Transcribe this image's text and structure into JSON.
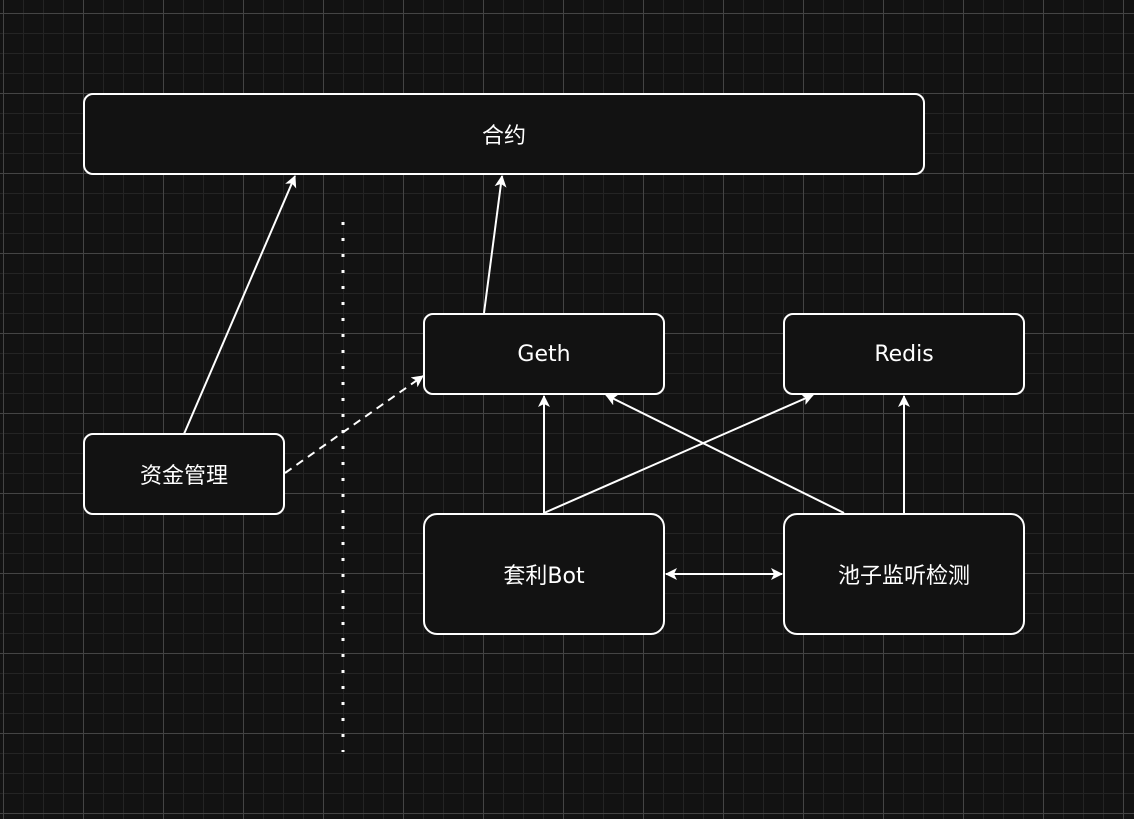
{
  "diagram": {
    "theme": {
      "background": "#121212",
      "grid_major": "#444444",
      "grid_minor": "#242424",
      "stroke": "#ffffff",
      "text": "#ffffff"
    },
    "nodes": {
      "contract": {
        "label": "合约"
      },
      "geth": {
        "label": "Geth"
      },
      "redis": {
        "label": "Redis"
      },
      "fund_management": {
        "label": "资金管理"
      },
      "arbitrage_bot": {
        "label": "套利Bot"
      },
      "pool_monitor": {
        "label": "池子监听检测"
      }
    },
    "edges": [
      {
        "from": "资金管理",
        "to": "合约",
        "style": "solid",
        "direction": "forward"
      },
      {
        "from": "资金管理",
        "to": "Geth",
        "style": "dashed",
        "direction": "forward"
      },
      {
        "from": "Geth",
        "to": "合约",
        "style": "solid",
        "direction": "forward"
      },
      {
        "from": "套利Bot",
        "to": "Geth",
        "style": "solid",
        "direction": "forward"
      },
      {
        "from": "套利Bot",
        "to": "Redis",
        "style": "solid",
        "direction": "forward"
      },
      {
        "from": "池子监听检测",
        "to": "Geth",
        "style": "solid",
        "direction": "forward"
      },
      {
        "from": "池子监听检测",
        "to": "Redis",
        "style": "solid",
        "direction": "forward"
      },
      {
        "from": "套利Bot",
        "to": "池子监听检测",
        "style": "solid",
        "direction": "both"
      }
    ],
    "separator": {
      "style": "dotted",
      "orientation": "vertical"
    }
  }
}
